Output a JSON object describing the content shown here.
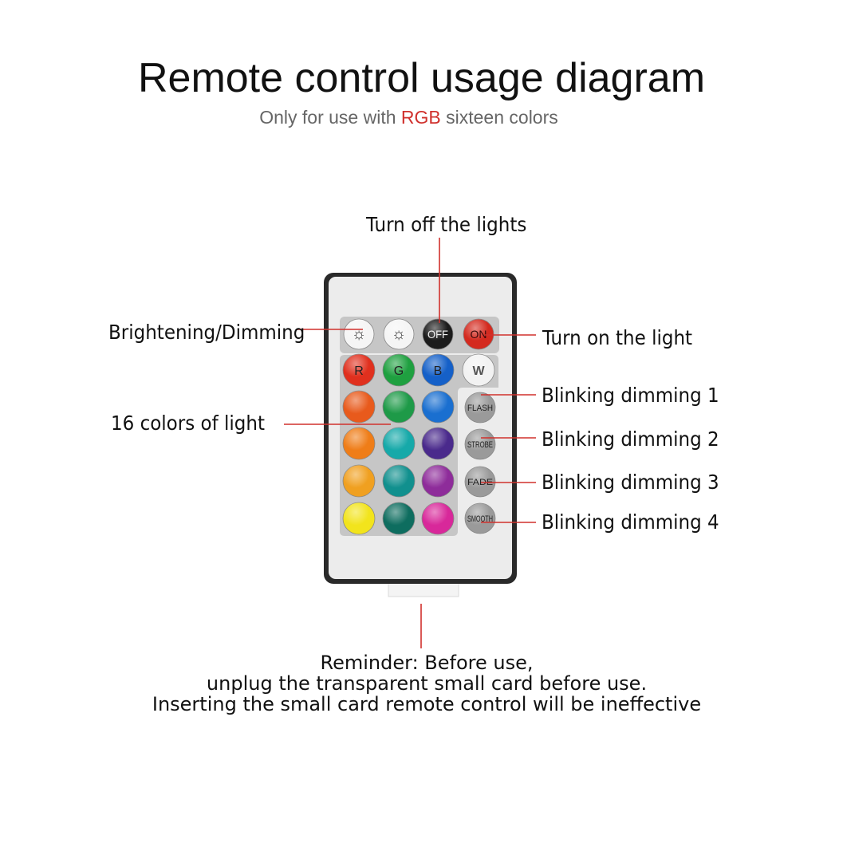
{
  "title": "Remote control usage diagram",
  "subtitle": {
    "before": "Only for use with ",
    "highlight": "RGB",
    "after": " sixteen colors"
  },
  "labels": {
    "turn_off": "Turn off the lights",
    "brightening": "Brightening/Dimming",
    "turn_on": "Turn on the light",
    "colors16": "16 colors of light",
    "blink1": "Blinking dimming 1",
    "blink2": "Blinking dimming 2",
    "blink3": "Blinking dimming 3",
    "blink4": "Blinking dimming 4"
  },
  "reminder": [
    "Reminder: Before use,",
    "unplug the transparent small card before use.",
    "Inserting the small card remote control will be ineffective"
  ],
  "remote": {
    "top_buttons": [
      "☼",
      "☼",
      "OFF",
      "ON"
    ],
    "rgbw_labels": [
      "R",
      "G",
      "B",
      "W"
    ],
    "mode_buttons": [
      "FLASH",
      "STROBE",
      "FADE",
      "SMOOTH"
    ],
    "color_rows": [
      [
        "#e0301e",
        "#1fa040",
        "#1560c8",
        "#f2f2f2"
      ],
      [
        "#e85a1c",
        "#1e9a48",
        "#1a6fd0"
      ],
      [
        "#ef7d18",
        "#16a9a9",
        "#4a2a8c"
      ],
      [
        "#f0a020",
        "#11908e",
        "#8e2c9a"
      ],
      [
        "#f2e41c",
        "#0e6d5f",
        "#d8289a"
      ]
    ]
  },
  "colors": {
    "leader": "#d0312d",
    "subtitle_highlight": "#d0312d"
  }
}
